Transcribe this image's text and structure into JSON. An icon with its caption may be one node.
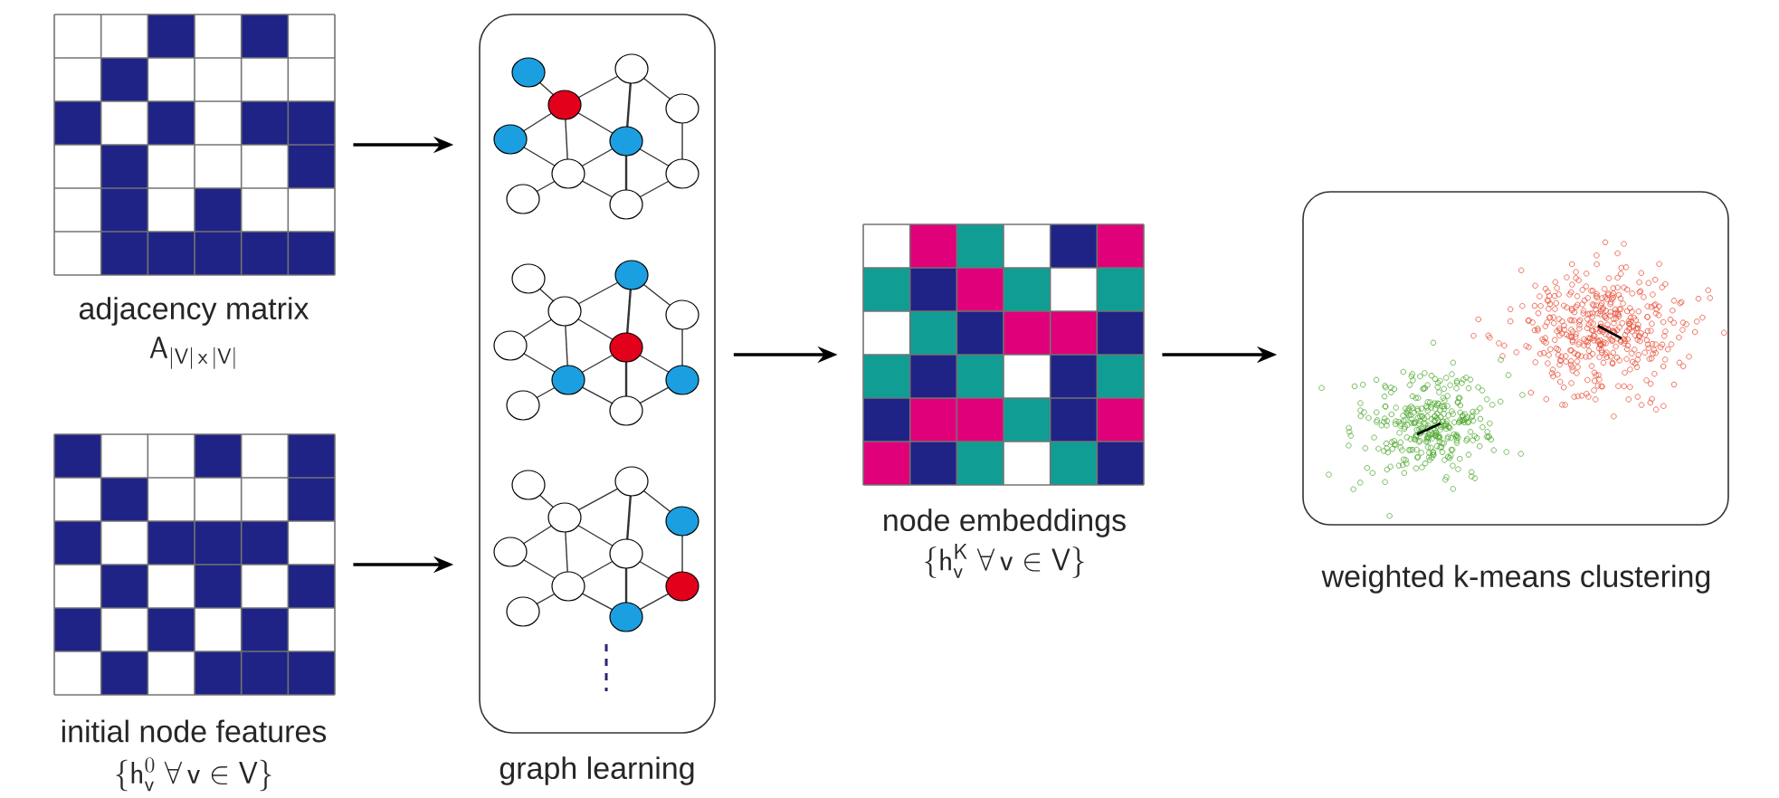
{
  "diagram": {
    "nodes": [
      {
        "text": [
          "adjacency matrix",
          "\\mathsf{A}_{|\\mathsf{V}|\\,\\mathsf{x}\\,|\\mathsf{V}|}"
        ]
      },
      {
        "text": [
          "initial node features",
          "\\{\\mathsf{h}^{0}_{\\mathsf{v}}\\ \\forall\\, \\mathsf{v} \\in \\mathsf{V}\\}"
        ]
      },
      {
        "text": [
          "graph learning"
        ]
      },
      {
        "text": [
          "node embeddings",
          "\\{\\mathsf{h}^{\\mathsf{K}}_{\\mathsf{v}}\\ \\forall\\, \\mathsf{v} \\in \\mathsf{V}\\}"
        ]
      },
      {
        "text": [
          "weighted k-means clustering"
        ]
      }
    ],
    "edges": [
      {
        "from": 0,
        "to": 2,
        "arrow": "to"
      },
      {
        "from": 1,
        "to": 2,
        "arrow": "to"
      },
      {
        "from": 2,
        "to": 3,
        "arrow": "to"
      },
      {
        "from": 3,
        "to": 4,
        "arrow": "to"
      }
    ]
  }
}
